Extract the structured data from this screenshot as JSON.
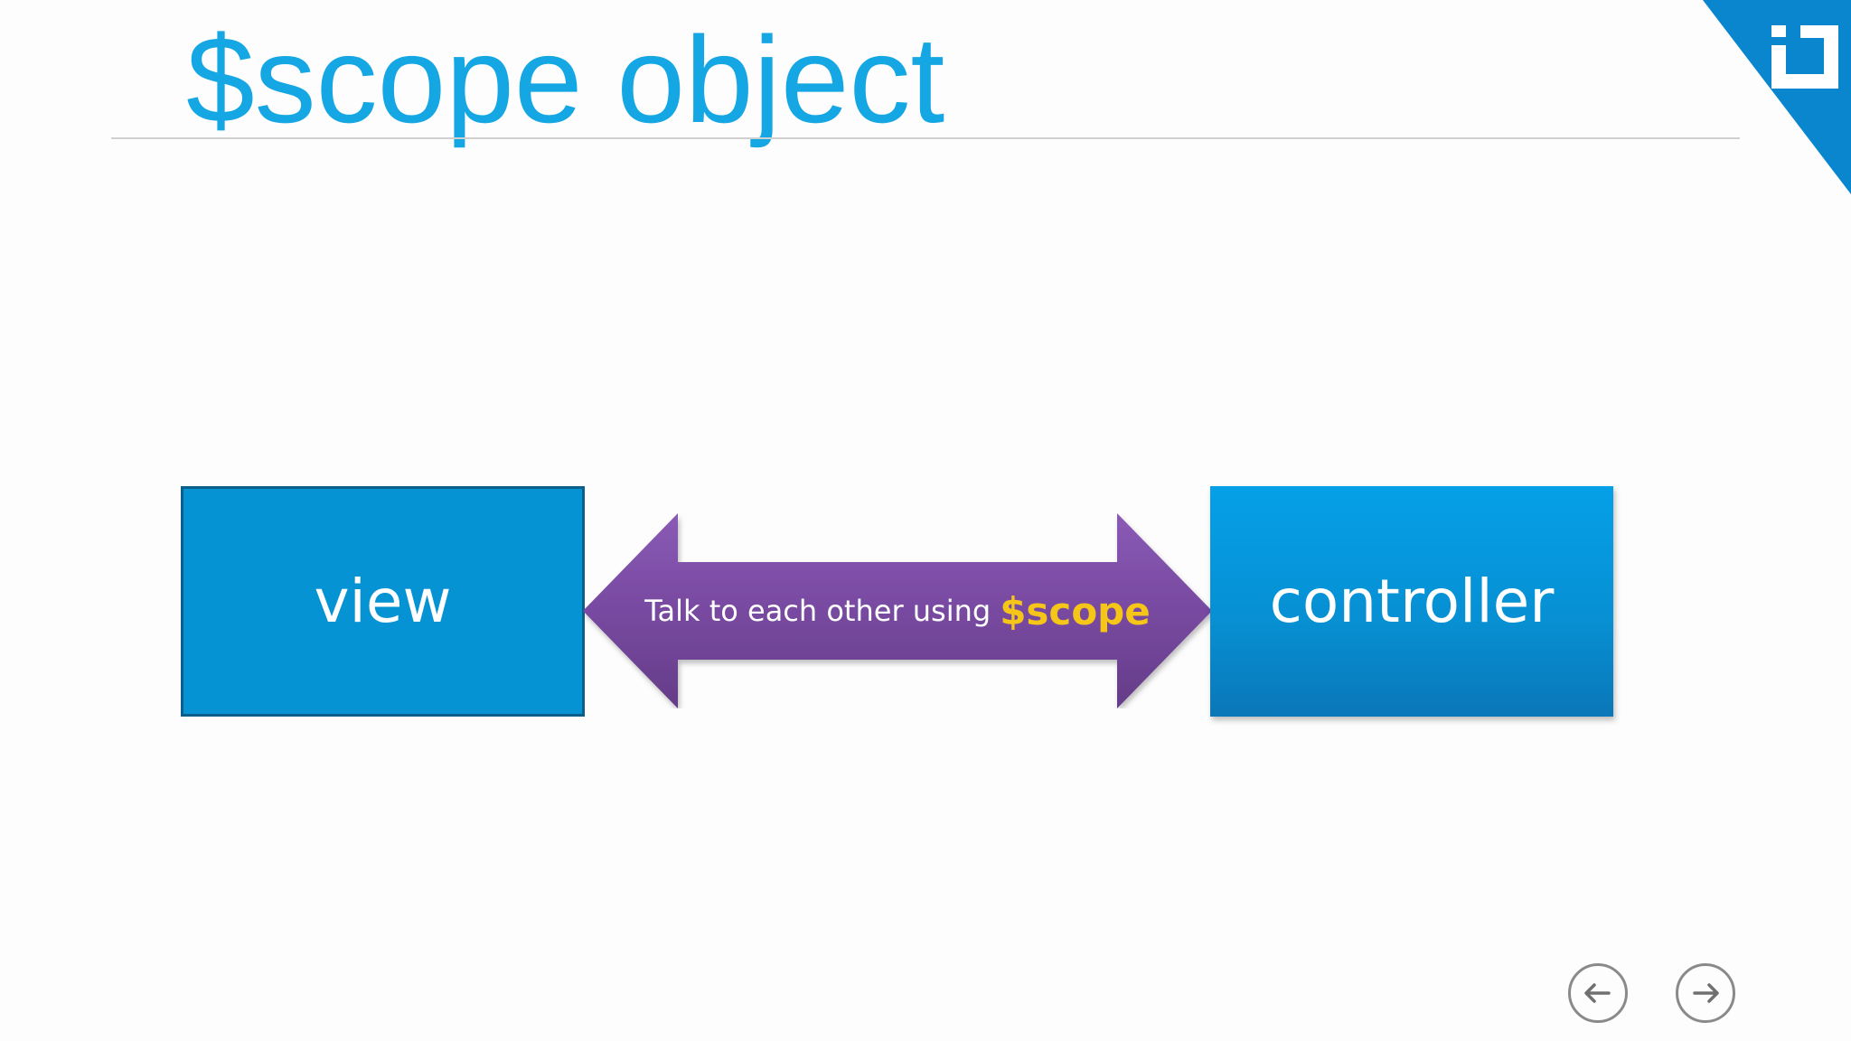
{
  "slide": {
    "title": "$scope object",
    "left_box_label": "view",
    "right_box_label": "controller",
    "arrow_text": "Talk to each other using",
    "arrow_highlight": "$scope"
  },
  "navigation": {
    "prev_icon": "arrow-left-icon",
    "next_icon": "arrow-right-icon"
  },
  "branding": {
    "logo_icon": "brand-logo-icon"
  },
  "colors": {
    "title": "#14a7e3",
    "box": "#0693d4",
    "arrow": "#7a4f9e",
    "highlight": "#f5c518",
    "corner": "#0a86cf"
  }
}
